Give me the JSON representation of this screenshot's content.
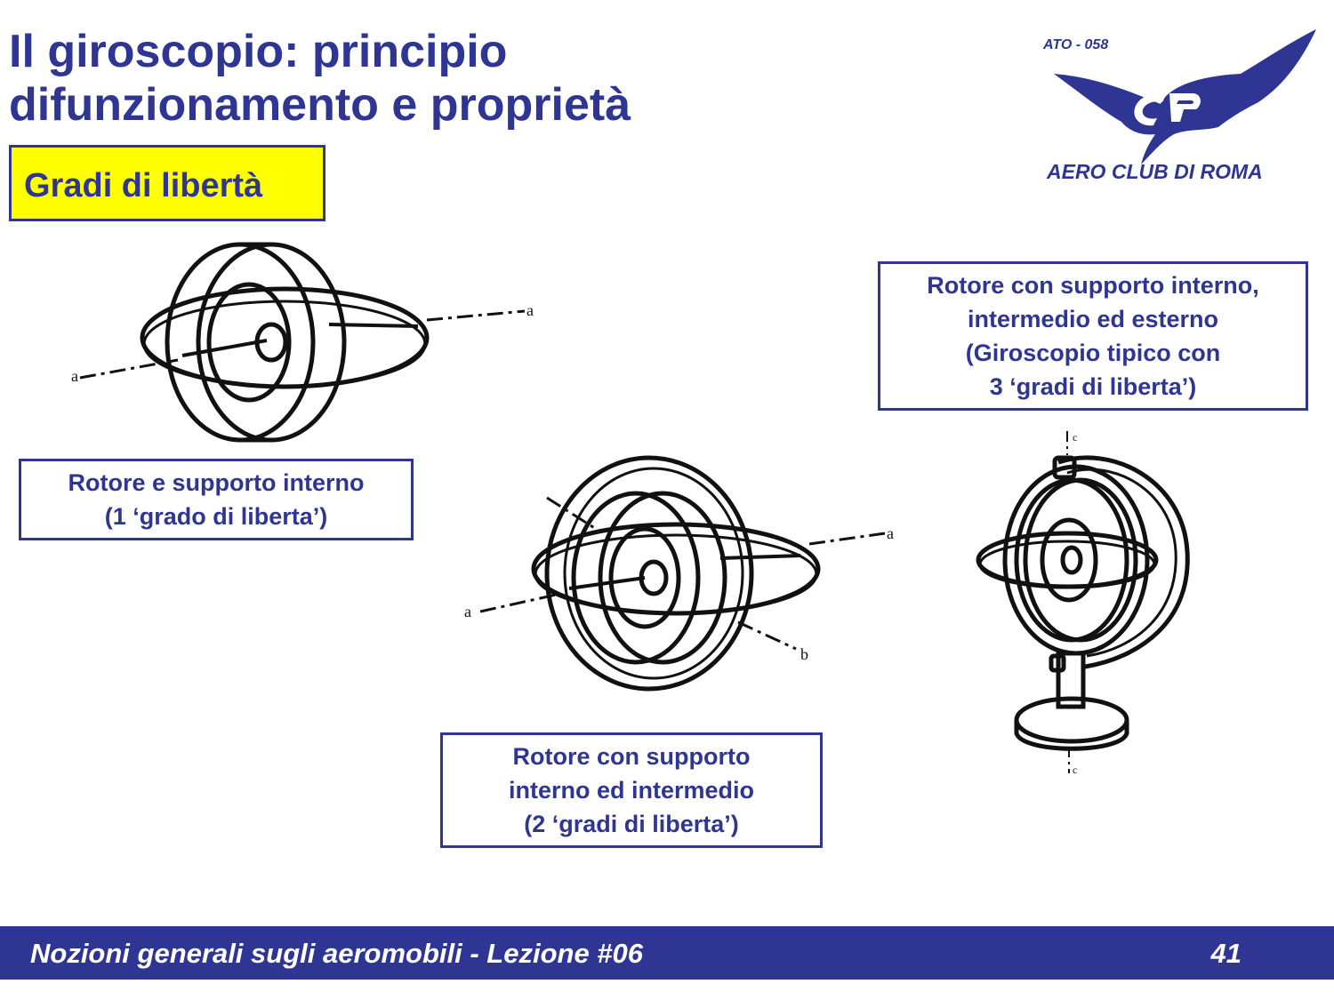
{
  "slide": {
    "title_line1": "Il giroscopio: principio",
    "title_line2": "difunzionamento e proprietà",
    "section_label": "Gradi di libertà"
  },
  "logo": {
    "code": "ATO - 058",
    "name": "AERO CLUB DI ROMA",
    "monogram": "acr",
    "accent_color": "#2e3592"
  },
  "captions": {
    "one_dof": [
      "Rotore e supporto interno",
      "(1 ‘grado di liberta’)"
    ],
    "two_dof": [
      "Rotore con supporto",
      "interno ed intermedio",
      "(2 ‘gradi di liberta’)"
    ],
    "three_dof": [
      "Rotore con supporto interno,",
      "intermedio ed esterno",
      "(Giroscopio tipico con",
      "3 ‘gradi di liberta’)"
    ]
  },
  "figure_labels": {
    "axis_a": "a",
    "axis_b": "b",
    "axis_c": "c"
  },
  "footer": {
    "text": "Nozioni generali sugli aeromobili - Lezione #06",
    "page_number": "41"
  },
  "colors": {
    "primary": "#2e3592",
    "highlight": "#ffff00",
    "background": "#ffffff"
  }
}
